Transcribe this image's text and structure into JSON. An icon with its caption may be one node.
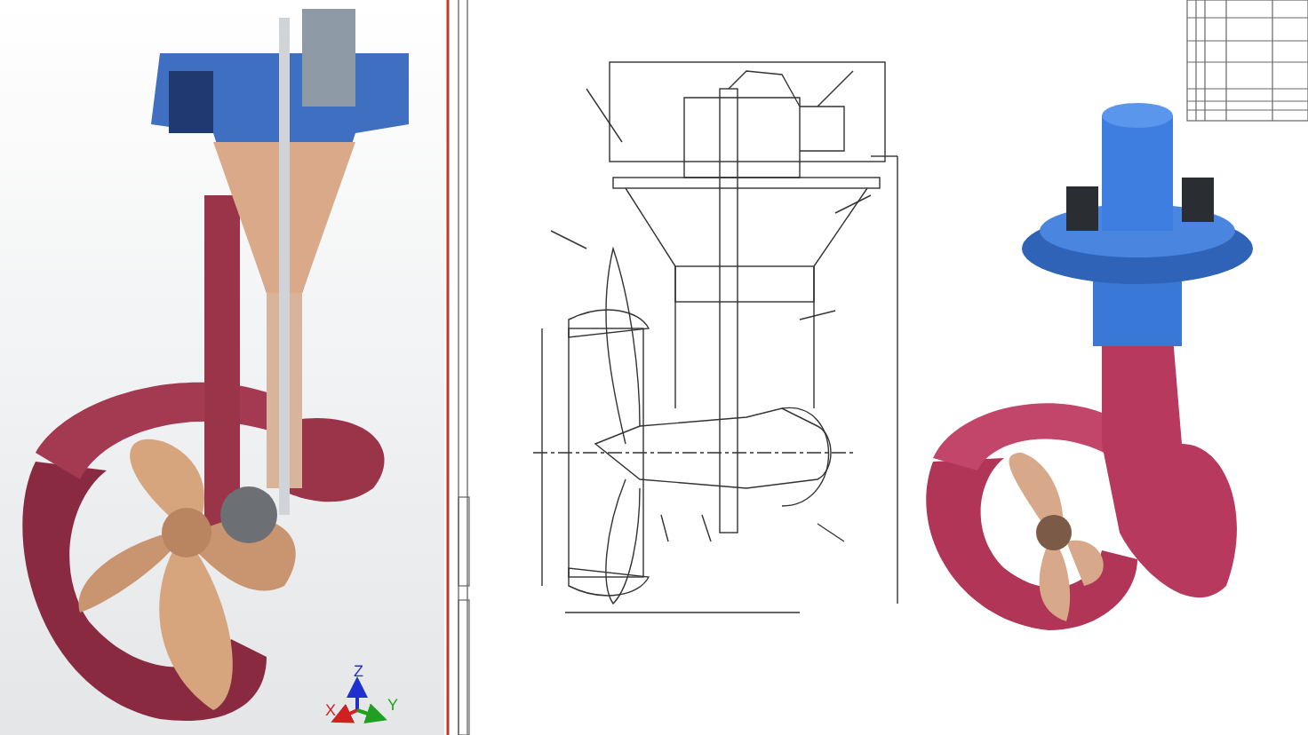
{
  "diagram": {
    "labels": [
      "Z",
      "X",
      "Y"
    ]
  }
}
